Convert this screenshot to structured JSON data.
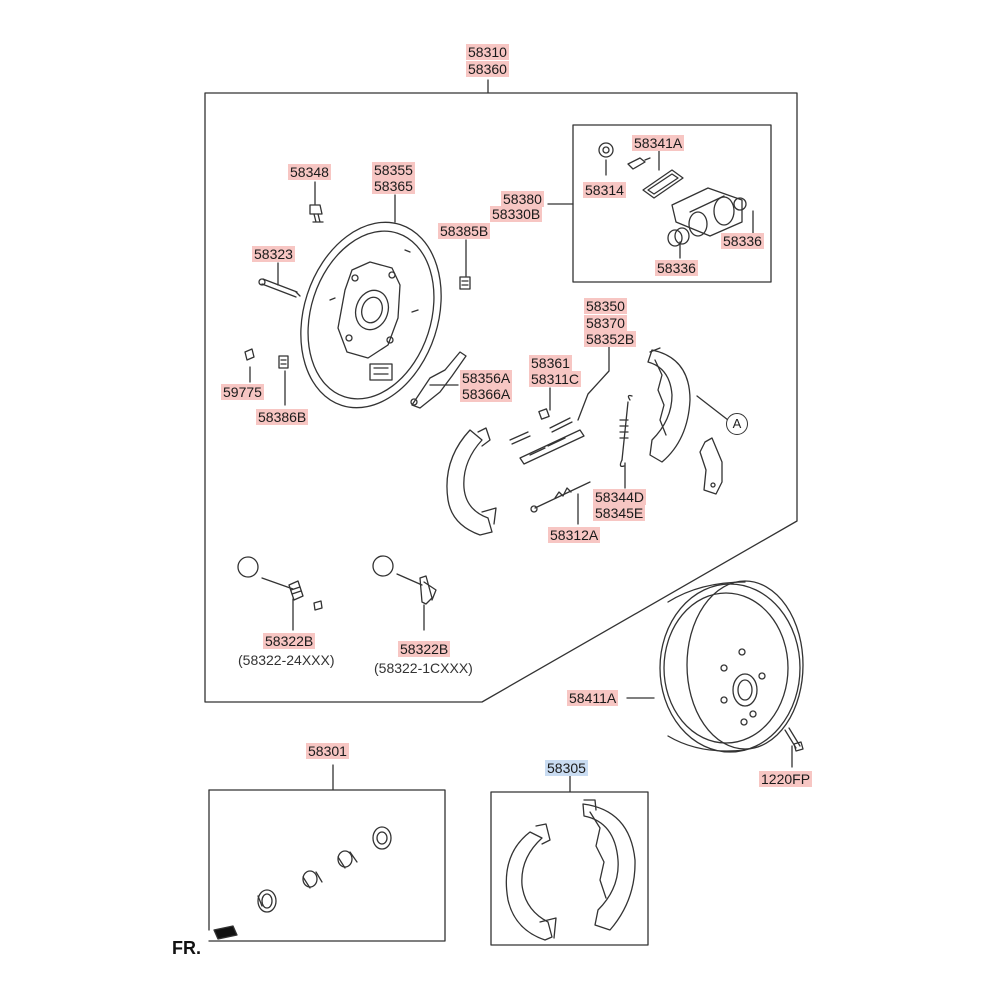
{
  "diagram": {
    "callouts": {
      "assembly_main_1": "58310",
      "assembly_main_2": "58360",
      "bolt_58348": "58348",
      "plate_1": "58355",
      "plate_2": "58365",
      "pin_58323": "58323",
      "bleeder_58385b": "58385B",
      "cyl_asm_1": "58380",
      "cyl_asm_2": "58330B",
      "bleed_58314": "58314",
      "kit_58341a": "58341A",
      "boot_58336_right": "58336",
      "boot_58336_bottom": "58336",
      "adjuster_1": "58350",
      "adjuster_2": "58370",
      "adjuster_3": "58352B",
      "cup_59775": "59775",
      "pin_58386b": "58386B",
      "lever_1": "58356A",
      "lever_2": "58366A",
      "spring_1": "58361",
      "spring_2": "58311C",
      "spring_3": "58344D",
      "spring_4": "58345E",
      "spring_58312a": "58312A",
      "retainer_left": "58322B",
      "retainer_left_sub": "(58322-24XXX)",
      "retainer_right": "58322B",
      "retainer_right_sub": "(58322-1CXXX)",
      "drum_58411a": "58411A",
      "bolt_1220fp": "1220FP",
      "kit_58301": "58301",
      "shoe_kit_58305": "58305",
      "circle_a": "A",
      "front_indicator": "FR."
    }
  }
}
